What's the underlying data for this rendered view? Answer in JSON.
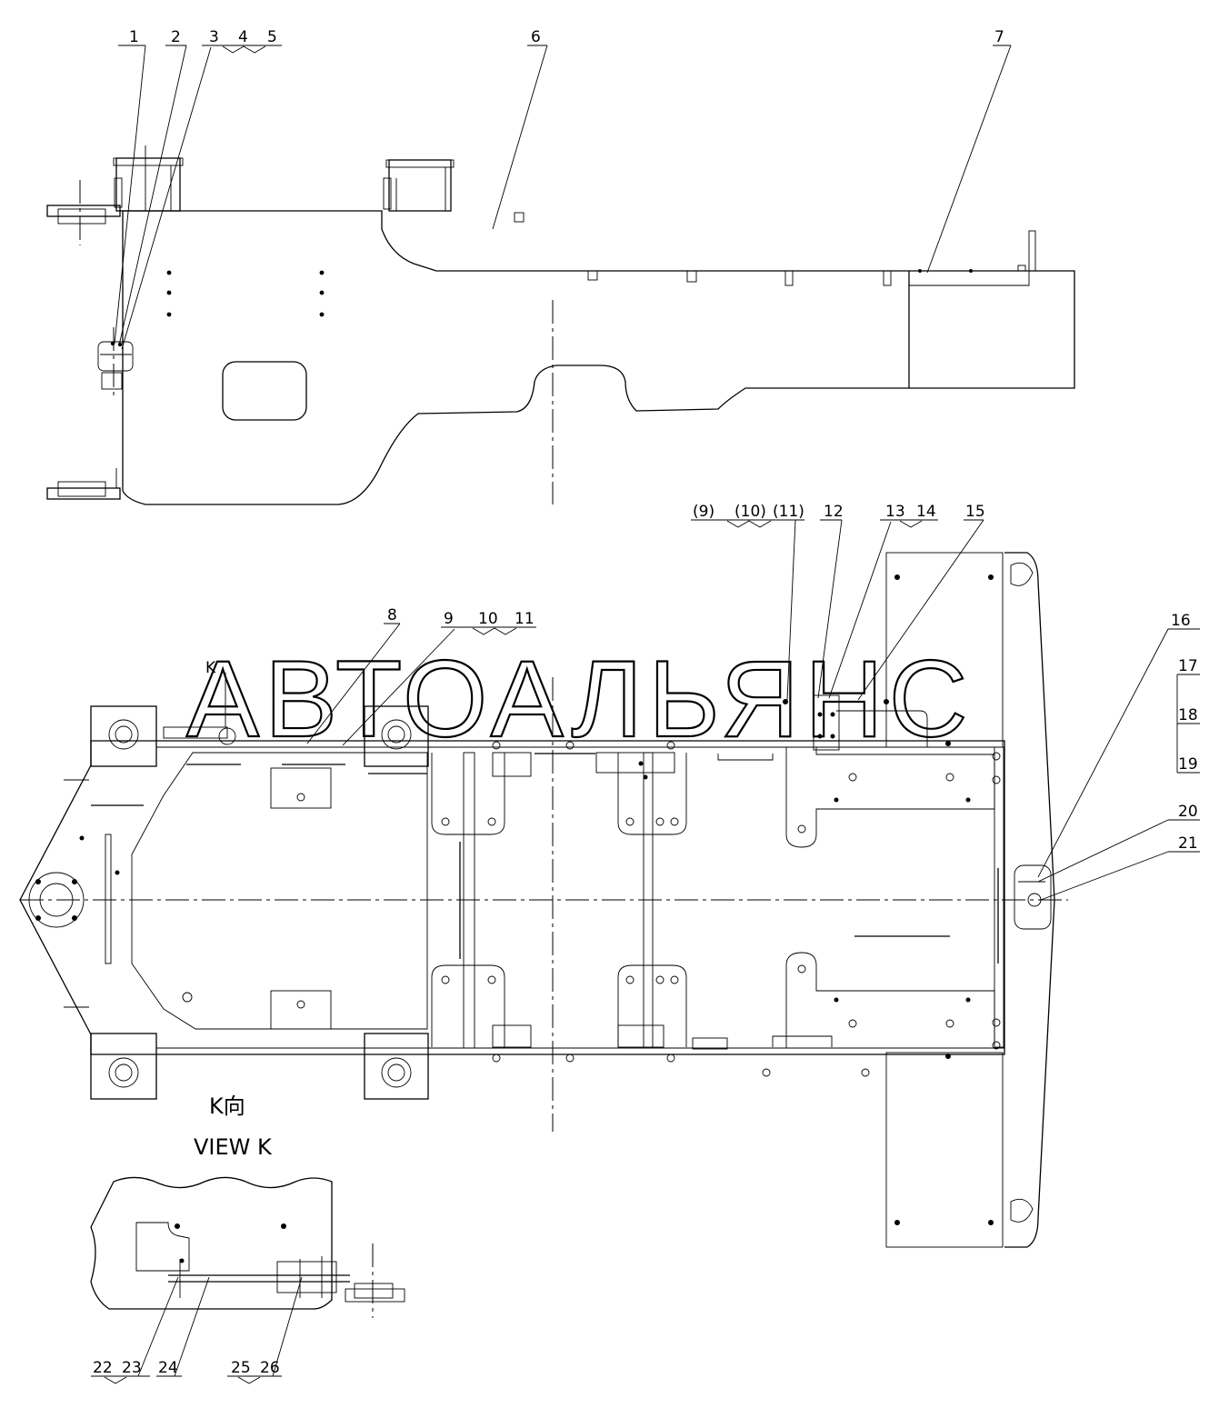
{
  "watermark": "АВТОАЛЬЯНС",
  "view_label_cn": "K向",
  "view_label_en": "VIEW K",
  "view_marker": "K",
  "callouts": {
    "c1": "1",
    "c2": "2",
    "c3": "3",
    "c4": "4",
    "c5": "5",
    "c6": "6",
    "c7": "7",
    "c8": "8",
    "c9": "9",
    "c10": "10",
    "c11": "11",
    "c9b": "(9)",
    "c10b": "(10)",
    "c11b": "(11)",
    "c12": "12",
    "c13": "13",
    "c14": "14",
    "c15": "15",
    "c16": "16",
    "c17": "17",
    "c18": "18",
    "c19": "19",
    "c20": "20",
    "c21": "21",
    "c22": "22",
    "c23": "23",
    "c24": "24",
    "c25": "25",
    "c26": "26"
  }
}
